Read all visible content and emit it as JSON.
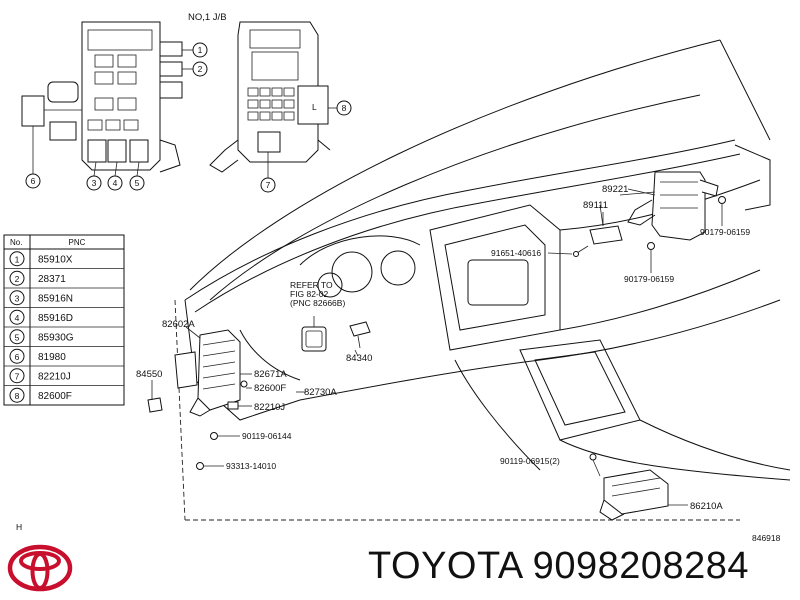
{
  "junction_block_title": "NO,1 J/B",
  "pnc_table": {
    "headers": [
      "No.",
      "PNC"
    ],
    "rows": [
      {
        "no": "1",
        "pnc": "85910X"
      },
      {
        "no": "2",
        "pnc": "28371"
      },
      {
        "no": "3",
        "pnc": "85916N"
      },
      {
        "no": "4",
        "pnc": "85916D"
      },
      {
        "no": "5",
        "pnc": "85930G"
      },
      {
        "no": "6",
        "pnc": "81980"
      },
      {
        "no": "7",
        "pnc": "82210J"
      },
      {
        "no": "8",
        "pnc": "82600F"
      }
    ]
  },
  "junction_block_inner_mark": "L",
  "part_labels": {
    "p89221": "89221",
    "p89111": "89111",
    "p91651": "91651-40616",
    "p90179_a": "90179-06159",
    "p90179_b": "90179-06159",
    "refer_line1": "REFER TO",
    "refer_line2": "FIG 82-02",
    "refer_line3": "(PNC 82666B)",
    "p82602a": "82602A",
    "p84550": "84550",
    "p84340": "84340",
    "p82671a": "82671A",
    "p82600f": "82600F",
    "p82730a": "82730A",
    "p82210j": "82210J",
    "p90119_06144": "90119-06144",
    "p93313": "93313-14010",
    "p90119_06915": "90119-06915(2)",
    "p86210a": "86210A",
    "corner_mark": "H",
    "drawing_code": "846918"
  },
  "brand_text": "TOYOTA 9098208284",
  "colors": {
    "logo_red": "#c8102e",
    "line": "#111111"
  }
}
